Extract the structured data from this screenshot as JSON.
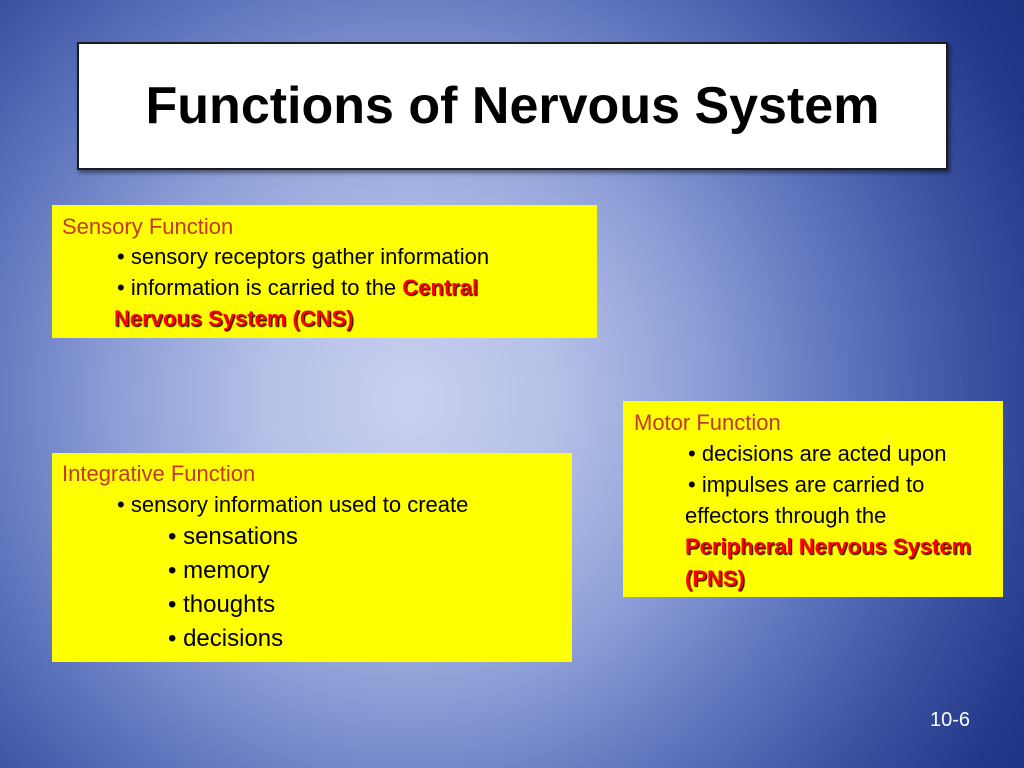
{
  "slide": {
    "title": "Functions of Nervous System",
    "page_number": "10-6"
  },
  "bullet": "•",
  "colors": {
    "background_center": "#c9d1ef",
    "background_edge": "#1d3281",
    "title_box_fill": "#ffffff",
    "box_fill": "#ffff00",
    "heading_text": "#c0392b",
    "body_text": "#000000",
    "highlight_text": "#ff0000",
    "page_number_text": "#ffffff"
  },
  "sensory": {
    "heading": "Sensory Function",
    "items": [
      {
        "text": "sensory receptors gather information"
      },
      {
        "text": "information is carried to the",
        "highlight_lines": [
          "Central",
          "Nervous System (CNS)"
        ]
      }
    ]
  },
  "integrative": {
    "heading": "Integrative Function",
    "items": [
      {
        "text": "sensory information used to create",
        "subitems": [
          "sensations",
          "memory",
          "thoughts",
          "decisions"
        ]
      }
    ]
  },
  "motor": {
    "heading": "Motor Function",
    "items": [
      {
        "text_lines": [
          "decisions are acted upon"
        ]
      },
      {
        "text_lines": [
          "impulses are carried to",
          "effectors through the"
        ],
        "highlight_lines": [
          "Peripheral Nervous System",
          "(PNS)"
        ]
      }
    ]
  }
}
